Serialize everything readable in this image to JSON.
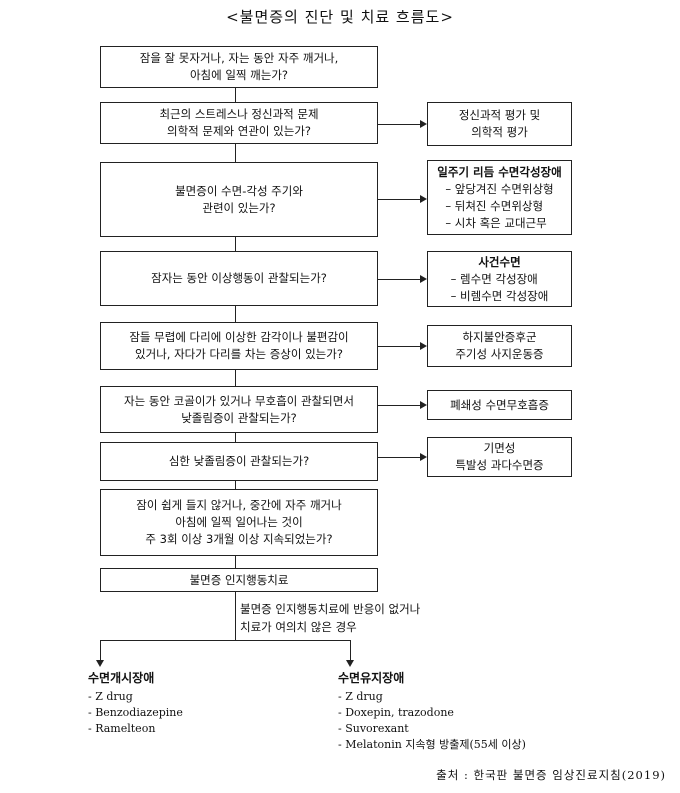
{
  "title": "<불면증의 진단 및 치료 흐름도>",
  "steps": [
    {
      "text": "잠을 잘 못자거나, 자는 동안 자주 깨거나,\n아침에 일찍 깨는가?"
    },
    {
      "text": "최근의 스트레스나 정신과적 문제\n의학적 문제와 연관이 있는가?"
    },
    {
      "text": "불면증이 수면-각성 주기와\n관련이 있는가?"
    },
    {
      "text": "잠자는 동안 이상행동이 관찰되는가?"
    },
    {
      "text": "잠들 무렵에 다리에 이상한 감각이나 불편감이\n있거나, 자다가 다리를 차는 증상이 있는가?"
    },
    {
      "text": "자는 동안 코골이가 있거나 무호흡이 관찰되면서\n낮졸림증이 관찰되는가?"
    },
    {
      "text": "심한 낮졸림증이 관찰되는가?"
    },
    {
      "text": "잠이 쉽게 들지 않거나, 중간에 자주 깨거나\n아침에 일찍 일어나는 것이\n주 3회 이상 3개월 이상 지속되었는가?"
    },
    {
      "text": "불면증 인지행동치료"
    }
  ],
  "side": [
    {
      "heading": "",
      "lines": [
        "정신과적 평가 및",
        "의학적 평가"
      ]
    },
    {
      "heading": "일주기 리듬 수면각성장애",
      "lines": [
        "– 앞당겨진 수면위상형",
        "– 뒤쳐진 수면위상형",
        "– 시차 혹은 교대근무"
      ]
    },
    {
      "heading": "사건수면",
      "lines": [
        "– 렘수면 각성장애",
        "– 비렘수면 각성장애"
      ]
    },
    {
      "heading": "",
      "lines": [
        "하지불안증후군",
        "주기성 사지운동증"
      ]
    },
    {
      "heading": "",
      "lines": [
        "폐쇄성 수면무호흡증"
      ]
    },
    {
      "heading": "",
      "lines": [
        "기면성",
        "특발성 과다수면증"
      ]
    }
  ],
  "branch_note": "불면증 인지행동치료에 반응이 없거나\n치료가 여의치 않은 경우",
  "onset": {
    "heading": "수면개시장애",
    "items": [
      "- Z drug",
      "- Benzodiazepine",
      "- Ramelteon"
    ]
  },
  "maintenance": {
    "heading": "수면유지장애",
    "items": [
      "- Z drug",
      "- Doxepin, trazodone",
      "- Suvorexant",
      "- Melatonin 지속형 방출제(55세 이상)"
    ]
  },
  "source": "출처 : 한국판 불면증 임상진료지침(2019)"
}
